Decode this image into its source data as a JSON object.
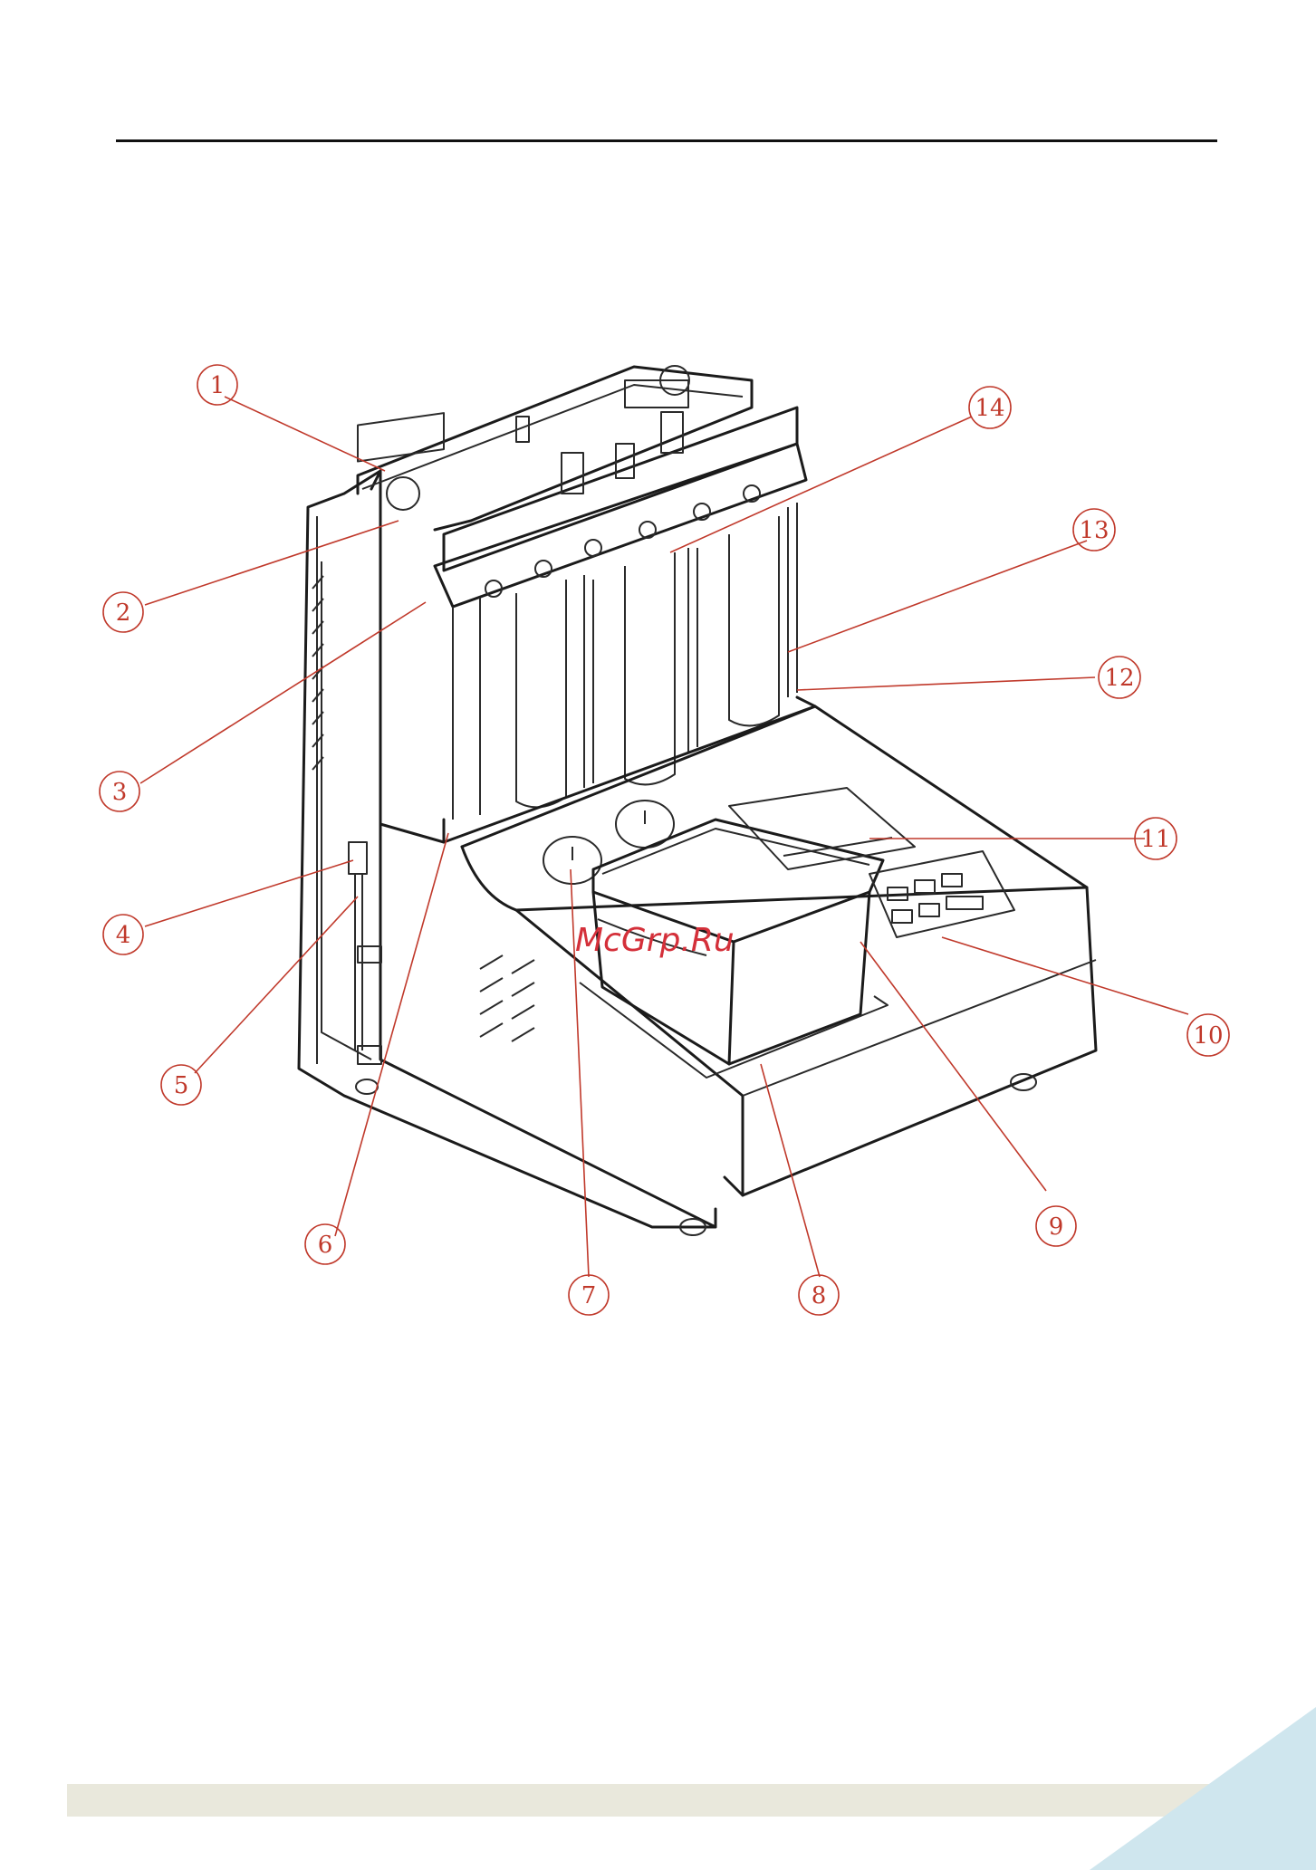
{
  "watermark": "McGrp.Ru",
  "callouts": [
    {
      "id": "1",
      "label": "1"
    },
    {
      "id": "2",
      "label": "2"
    },
    {
      "id": "3",
      "label": "3"
    },
    {
      "id": "4",
      "label": "4"
    },
    {
      "id": "5",
      "label": "5"
    },
    {
      "id": "6",
      "label": "6"
    },
    {
      "id": "7",
      "label": "7"
    },
    {
      "id": "8",
      "label": "8"
    },
    {
      "id": "9",
      "label": "9"
    },
    {
      "id": "10",
      "label": "10"
    },
    {
      "id": "11",
      "label": "11"
    },
    {
      "id": "12",
      "label": "12"
    },
    {
      "id": "13",
      "label": "13"
    },
    {
      "id": "14",
      "label": "14"
    }
  ],
  "colors": {
    "callout": "#c0392b",
    "line": "#1b1b1b",
    "footer": "#e9e8dc",
    "corner": "#cfe6ee"
  }
}
